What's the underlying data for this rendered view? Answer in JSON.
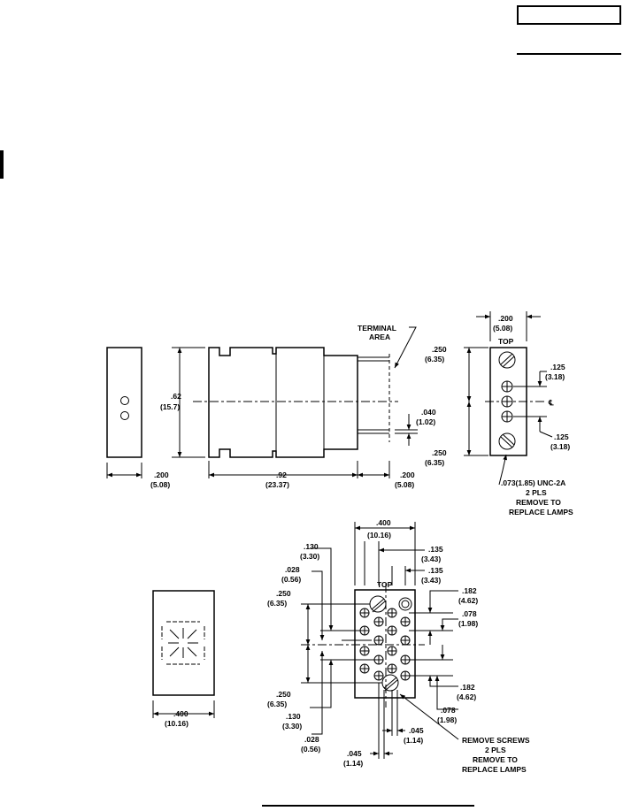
{
  "drawing": {
    "top_view": {
      "terminal_label_1": "TERMINAL",
      "terminal_label_2": "AREA",
      "height_in": ".62",
      "height_mm": "(15.7)",
      "lead_in": ".040",
      "lead_mm": "(1.02)",
      "face_width_in": ".200",
      "face_width_mm": "(5.08)",
      "length_in": ".92",
      "length_mm": "(23.37)",
      "term_len_in": ".200",
      "term_len_mm": "(5.08)"
    },
    "end_view": {
      "width_in": ".200",
      "width_mm": "(5.08)",
      "top": "TOP",
      "upper_in": ".250",
      "upper_mm": "(6.35)",
      "lower_in": ".250",
      "lower_mm": "(6.35)",
      "pitch1_in": ".125",
      "pitch1_mm": "(3.18)",
      "pitch2_in": ".125",
      "pitch2_mm": "(3.18)",
      "centerline": "℄",
      "thread_1": ".073(1.85) UNC-2A",
      "thread_2": "2 PLS",
      "thread_3": "REMOVE TO",
      "thread_4": "REPLACE LAMPS"
    },
    "display_face": {
      "width_in": ".400",
      "width_mm": "(10.16)"
    },
    "rear_view": {
      "width_in": ".400",
      "width_mm": "(10.16)",
      "top": "TOP",
      "d130a_in": ".130",
      "d130a_mm": "(3.30)",
      "d028a_in": ".028",
      "d028a_mm": "(0.56)",
      "d250a_in": ".250",
      "d250a_mm": "(6.35)",
      "d135a_in": ".135",
      "d135a_mm": "(3.43)",
      "d135b_in": ".135",
      "d135b_mm": "(3.43)",
      "d182a_in": ".182",
      "d182a_mm": "(4.62)",
      "d078a_in": ".078",
      "d078a_mm": "(1.98)",
      "d250b_in": ".250",
      "d250b_mm": "(6.35)",
      "d130b_in": ".130",
      "d130b_mm": "(3.30)",
      "d028b_in": ".028",
      "d028b_mm": "(0.56)",
      "d182b_in": ".182",
      "d182b_mm": "(4.62)",
      "d078b_in": ".078",
      "d078b_mm": "(1.98)",
      "d045a_in": ".045",
      "d045a_mm": "(1.14)",
      "d045b_in": ".045",
      "d045b_mm": "(1.14)",
      "screws_1": "REMOVE SCREWS",
      "screws_2": "2 PLS",
      "screws_3": "REMOVE TO",
      "screws_4": "REPLACE LAMPS"
    }
  }
}
